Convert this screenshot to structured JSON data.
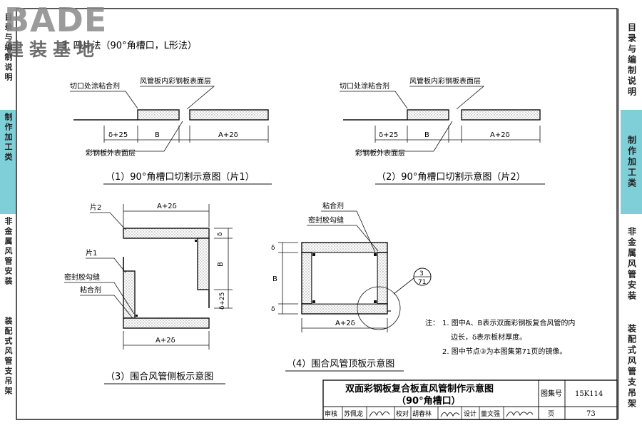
{
  "logo": {
    "brand": "BADE",
    "subtitle": "建装基地"
  },
  "heading": "3. 四片法（90°角槽口，L形法）",
  "right_tabs": [
    {
      "label": "目录与编制说明",
      "active": false
    },
    {
      "label": "制作加工类",
      "active": true
    },
    {
      "label": "非金属风管安装",
      "active": false
    },
    {
      "label": "装配式风管支吊架",
      "active": false
    }
  ],
  "left_tabs": [
    {
      "label": "目录与编制说明",
      "active": false
    },
    {
      "label": "制作加工类",
      "active": true
    },
    {
      "label": "非金属风管安装",
      "active": false
    },
    {
      "label": "装配式风管支吊架",
      "active": false
    }
  ],
  "fig1": {
    "caption": "（1）90°角槽口切割示意图（片1）",
    "label_adhesive": "切口处涂粘合剂",
    "label_inner": "风管板内彩钢板表面层",
    "label_outer": "彩钢板外表面层",
    "dim_d25": "δ+25",
    "dim_b": "B",
    "dim_a2d": "A+2δ"
  },
  "fig2": {
    "caption": "（2）90°角槽口切割示意图（片2）",
    "label_adhesive": "切口处涂粘合剂",
    "label_inner": "风管板内彩钢板表面层",
    "label_outer": "彩钢板外表面层",
    "dim_d25": "δ+25",
    "dim_b": "B",
    "dim_a2d": "A+2δ"
  },
  "fig3": {
    "caption": "（3）围合风管侧板示意图",
    "label_piece2": "片2",
    "label_piece1": "片1",
    "label_sealant": "密封胶勾缝",
    "label_adhesive": "粘合剂",
    "dim_a2d_top": "A+2δ",
    "dim_a2d_bottom": "A+2δ",
    "dim_d": "δ",
    "dim_b": "B",
    "dim_d25": "δ+25"
  },
  "fig4": {
    "caption": "（4）围合风管顶板示意图",
    "label_adhesive": "粘合剂",
    "label_sealant": "密封胶勾缝",
    "dim_d_top": "δ",
    "dim_b": "B",
    "dim_d_bottom": "δ",
    "dim_a2d": "A+2δ",
    "detail_num": "3",
    "detail_page": "71"
  },
  "notes": {
    "prefix": "注：",
    "n1a": "1. 图中A、B表示双面彩钢板复合风管的内",
    "n1b": "边长，δ表示板材厚度。",
    "n2": "2. 图中节点③为本图集第71页的镜像。"
  },
  "title_block": {
    "title1": "双面彩钢板复合板直风管制作示意图",
    "title2": "（90°角槽口）",
    "atlas_label": "图集号",
    "atlas_no": "15K114",
    "review": "审核",
    "review_name": "苏佩龙",
    "check": "校对",
    "check_name": "胡春林",
    "design": "设计",
    "design_name": "董文强",
    "page_label": "页",
    "page_no": "73"
  }
}
